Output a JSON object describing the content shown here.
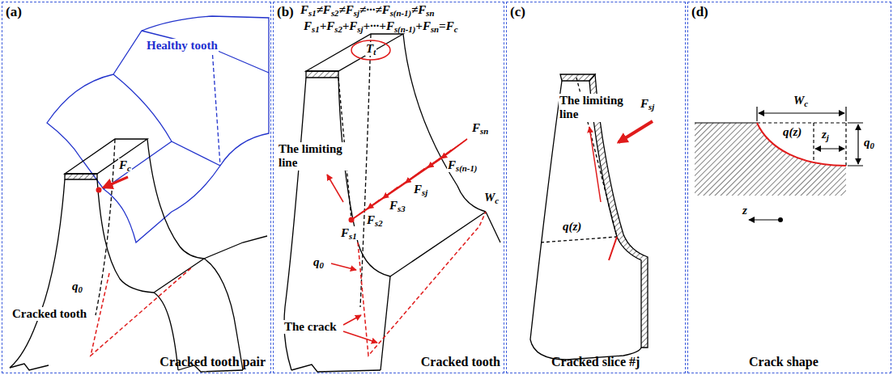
{
  "diagram": {
    "nodes": [
      {
        "text": [
          "(a)",
          "Cracked tooth pair"
        ]
      },
      {
        "text": [
          "(b)",
          "Cracked tooth"
        ]
      },
      {
        "text": [
          "(c)",
          "Cracked slice #j"
        ]
      },
      {
        "text": [
          "(d)",
          "Crack shape"
        ]
      }
    ],
    "labels": [
      "Healthy tooth",
      "Fc",
      "q0",
      "Cracked tooth",
      "Fs1≠Fs2≠Fsj≠···≠Fs(n-1)≠Fsn",
      "Fs1+Fs2+Fsj+···+Fs(n-1)+Fsn=Fc",
      "Tt",
      "Fsn",
      "Fs(n-1)",
      "Fsj",
      "Fs3",
      "Fs2",
      "Fs1",
      "The limiting line",
      "Wc",
      "q0",
      "The crack",
      "Fsj",
      "The limiting line",
      "q(z)",
      "Wc",
      "q(z)",
      "zj",
      "q0",
      "z"
    ]
  }
}
